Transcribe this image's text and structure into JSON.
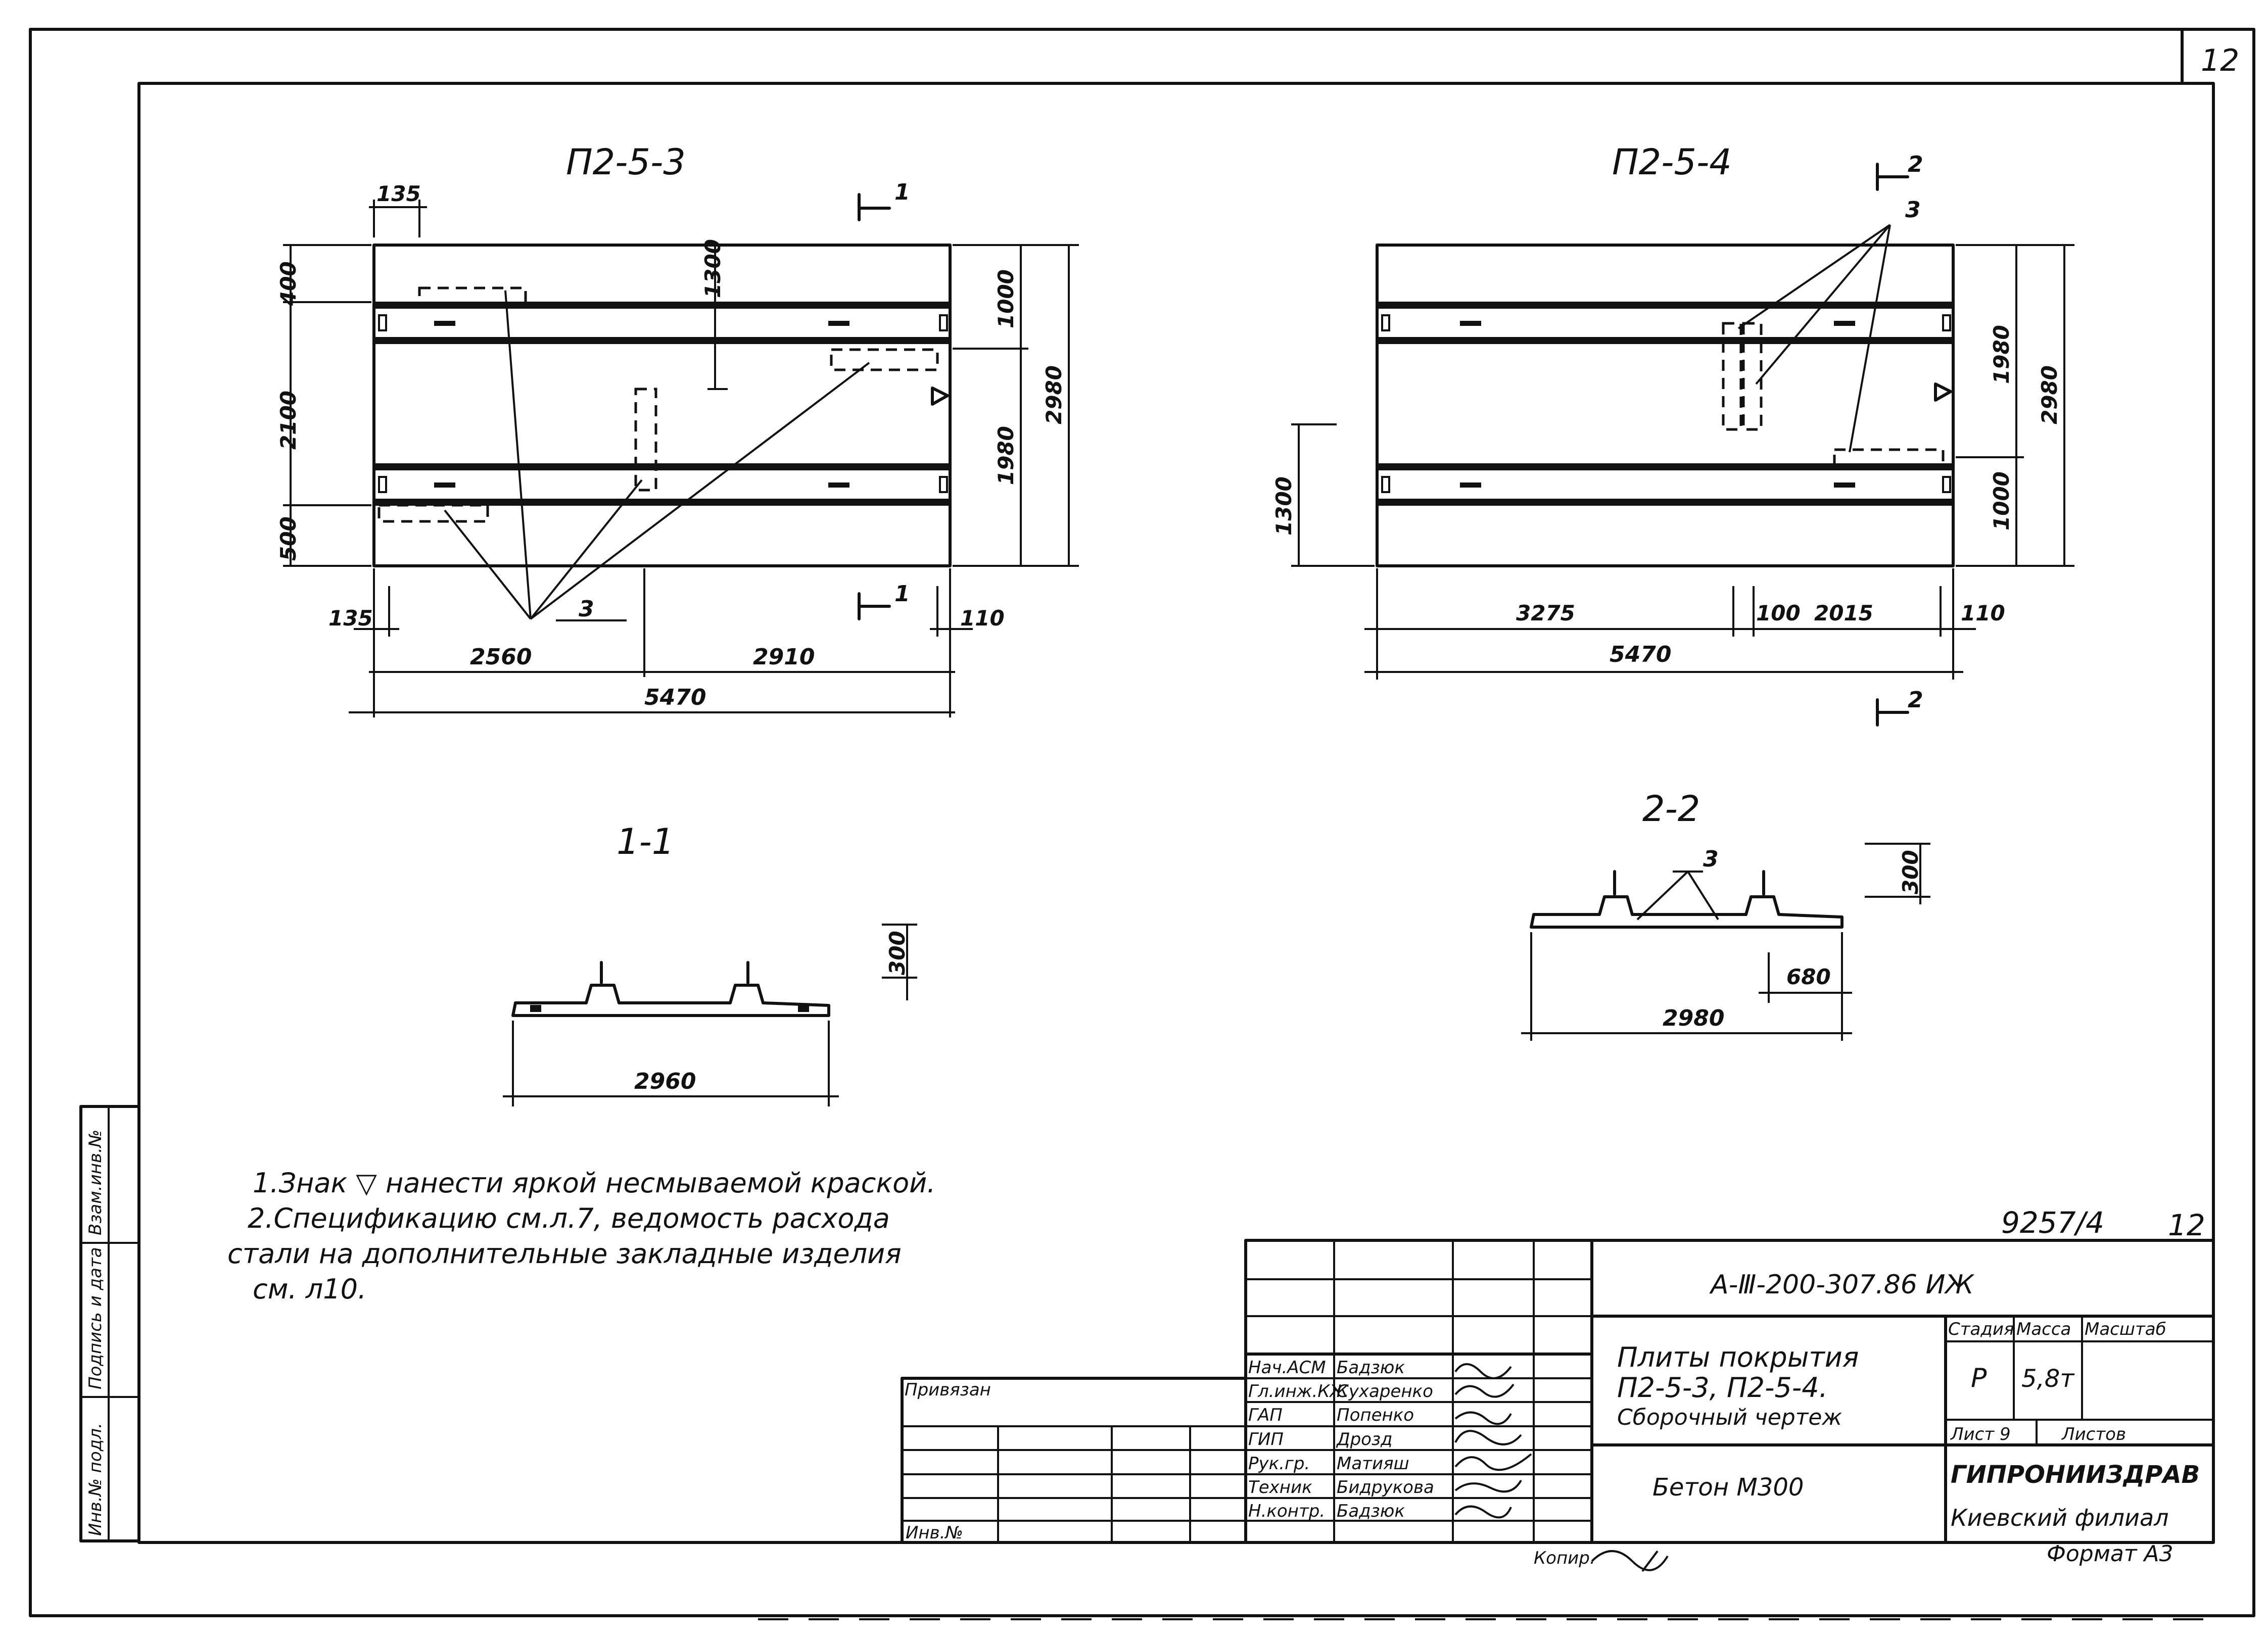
{
  "page_number": "12",
  "plate1": {
    "title": "П2-5-3",
    "dims": {
      "d135_top": "135",
      "d400": "400",
      "d2100": "2100",
      "d500": "500",
      "d1300_inner": "1300",
      "d1000": "1000",
      "d1980": "1980",
      "d2980": "2980",
      "d135_bottom": "135",
      "d2560": "2560",
      "d2910": "2910",
      "d110": "110",
      "d5470": "5470"
    },
    "callout": "3",
    "section_mark": "1"
  },
  "plate2": {
    "title": "П2-5-4",
    "dims": {
      "d1980": "1980",
      "d2980": "2980",
      "d1000": "1000",
      "d1300": "1300",
      "d3275": "3275",
      "d100": "100",
      "d2015": "2015",
      "d110": "110",
      "d5470": "5470"
    },
    "callout": "3",
    "section_mark": "2"
  },
  "section1": {
    "title": "1-1",
    "height": "300",
    "width": "2960"
  },
  "section2": {
    "title": "2-2",
    "callout": "3",
    "height": "300",
    "rib": "680",
    "width": "2980"
  },
  "notes": {
    "line1": "1.Знак ▽ нанести яркой несмываемой краской.",
    "line2": "2.Спецификацию см.л.7, ведомость расхода",
    "line3": "стали на дополнительные закладные изделия",
    "line4": "см. л10."
  },
  "side_labels": {
    "inv_podl": "Инв.№ подл.",
    "podpis_data": "Подпись и дата",
    "vzam_inv": "Взам.инв.№"
  },
  "stamp": {
    "sheet_ref": "9257/4",
    "sheet_ref_num": "12",
    "code": "А-Ⅲ-200-307.86   ИЖ",
    "privyazan": "Привязан",
    "inv_no": "Инв.№",
    "roles": [
      {
        "role": "Нач.АСМ",
        "name": "Бадзюк"
      },
      {
        "role": "Гл.инж.КЖ",
        "name": "Сухаренко"
      },
      {
        "role": "ГАП",
        "name": "Попенко"
      },
      {
        "role": "ГИП",
        "name": "Дрозд"
      },
      {
        "role": "Рук.гр.",
        "name": "Матияш"
      },
      {
        "role": "Техник",
        "name": "Бидрукова"
      },
      {
        "role": "Н.контр.",
        "name": "Бадзюк"
      }
    ],
    "doc_title1": "Плиты покрытия",
    "doc_title2": "П2-5-3, П2-5-4.",
    "doc_title3": "Сборочный чертеж",
    "material": "Бетон М300",
    "col_stage": "Стадия",
    "col_mass": "Масса",
    "col_scale": "Масштаб",
    "stage": "Р",
    "mass": "5,8т",
    "sheet_label": "Лист 9",
    "sheets_label": "Листов",
    "org1": "ГИПРОНИИЗДРАВ",
    "org2": "Киевский филиал",
    "format": "Формат А3",
    "kopiroval": "Копир."
  }
}
